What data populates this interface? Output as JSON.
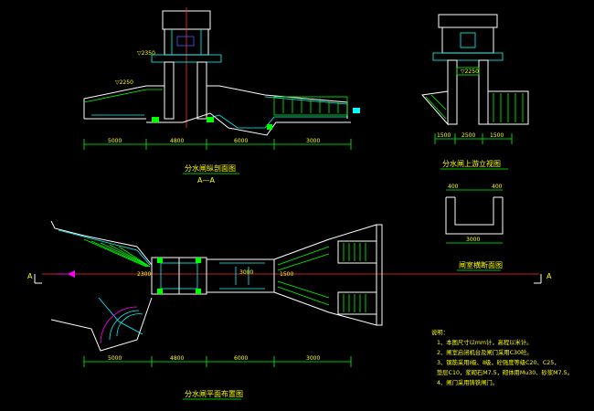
{
  "drawing": {
    "background": "#000000",
    "colors": {
      "outline": "#ffffff",
      "detail": "#00ffff",
      "dimension": "#00ff00",
      "text": "#ffff00",
      "axis": "#ff3030"
    }
  },
  "views": {
    "section": {
      "title": "分水闸纵剖面图",
      "subtitle": "A—A",
      "dims": [
        "5000",
        "4800",
        "6000",
        "3000"
      ],
      "elevations": [
        "▽2350",
        "▽2250"
      ]
    },
    "upstream": {
      "title": "分水闸上游立视图",
      "dims": [
        "1500",
        "2500",
        "1500"
      ],
      "elevations": [
        "▽2250"
      ]
    },
    "channel": {
      "title": "闸室横断面图",
      "dims": [
        "400",
        "3000",
        "400"
      ]
    },
    "plan": {
      "title": "分水闸平面布置图",
      "section_mark": "A",
      "dims": [
        "5000",
        "4800",
        "6000",
        "3000"
      ],
      "labels": [
        "2300",
        "3000",
        "1500"
      ]
    }
  },
  "notes": {
    "heading": "说明：",
    "items": [
      "1、本图尺寸以mm计，高程以米计。",
      "2、闸室启闭机台及闸门采用C30砼。",
      "3、钢筋采用Ⅰ级、Ⅱ级，砼强度等级C20、C25，",
      "垫层C10，浆砌石M7.5，砌体用Mu30、砂浆M7.5。",
      "4、闸门采用铸铁闸门。"
    ]
  }
}
